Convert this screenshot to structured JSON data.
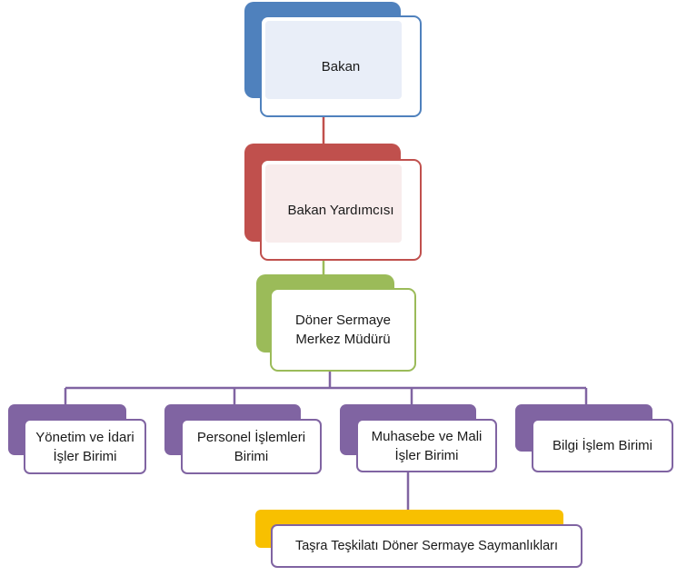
{
  "colors": {
    "blue": "#4F81BD",
    "red": "#C0504D",
    "green": "#9BBB59",
    "purple": "#8064A2",
    "gold": "#F8C000"
  },
  "nodes": {
    "bakan": "Bakan",
    "bakan_yardimcisi": "Bakan Yardımcısı",
    "doner_sermaye_mudur": "Döner Sermaye\nMerkez Müdürü",
    "yonetim_idari": "Yönetim ve İdari\nİşler Birimi",
    "personel": "Personel İşlemleri\nBirimi",
    "muhasebe_mali": "Muhasebe  ve Mali\nİşler  Birimi",
    "bilgi_islem": "Bilgi İşlem Birimi",
    "tasra": "Taşra Teşkilatı Döner Sermaye Saymanlıkları"
  }
}
